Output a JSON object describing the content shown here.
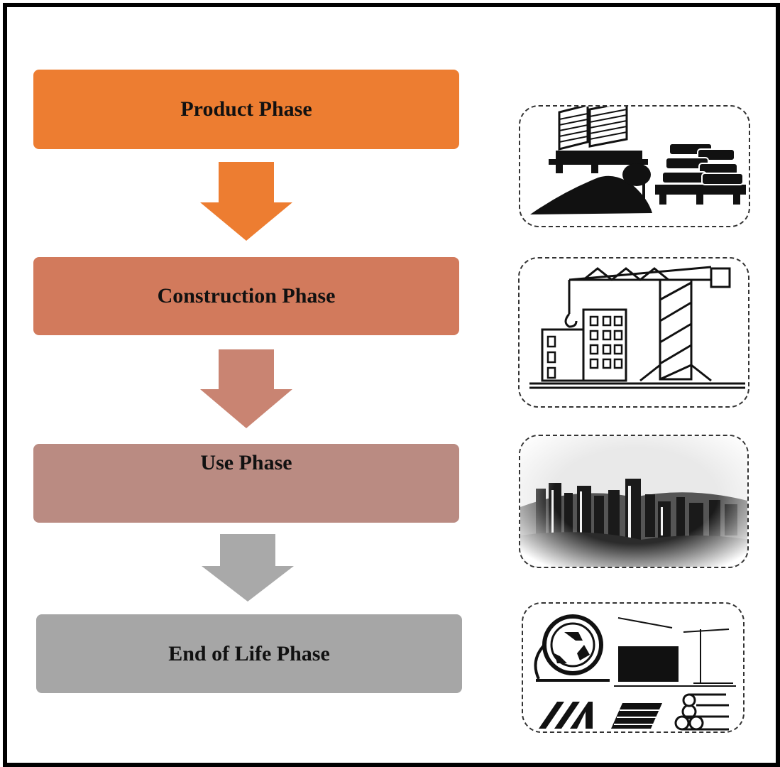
{
  "phases": [
    {
      "label": "Product Phase",
      "color": "#ED7D31",
      "arrow_color": "#ED7D31",
      "icon": "building-materials-icon"
    },
    {
      "label": "Construction Phase",
      "color": "#D27A5C",
      "arrow_color": "#C98472",
      "icon": "crane-construction-icon"
    },
    {
      "label": "Use Phase",
      "color": "#BA8B82",
      "arrow_color": "#A9A9A9",
      "icon": "city-skyline-icon"
    },
    {
      "label": "End of Life Phase",
      "color": "#A6A6A6",
      "icon": "recycle-demolition-icon"
    }
  ]
}
